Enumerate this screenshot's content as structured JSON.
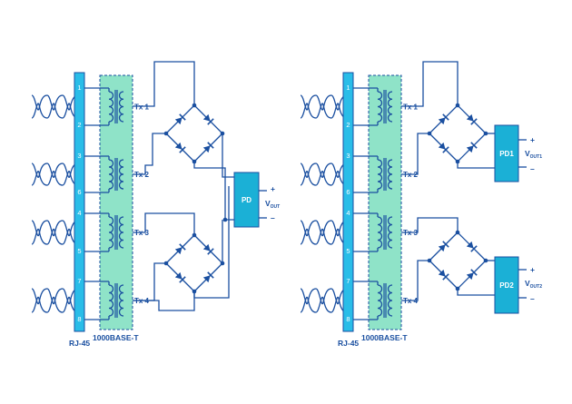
{
  "colors": {
    "line": "#1a4fa0",
    "connector": "#29bde8",
    "transformer_fill": "#8fe3c8",
    "pd_fill": "#1bb0d6",
    "cable": "#1a4fa0"
  },
  "left": {
    "connector_label": "RJ-45",
    "transformer_label": "1000BASE-T",
    "pins": [
      "1",
      "2",
      "3",
      "6",
      "4",
      "5",
      "7",
      "8"
    ],
    "transformers": [
      "Tx 1",
      "Tx 2",
      "Tx 3",
      "Tx 4"
    ],
    "pd": {
      "label": "PD",
      "plus": "+",
      "minus": "–",
      "vout_main": "V",
      "vout_sub": "OUT"
    }
  },
  "right": {
    "connector_label": "RJ-45",
    "transformer_label": "1000BASE-T",
    "pins": [
      "1",
      "2",
      "3",
      "6",
      "4",
      "5",
      "7",
      "8"
    ],
    "transformers": [
      "Tx 1",
      "Tx 2",
      "Tx 3",
      "Tx 4"
    ],
    "pd1": {
      "label": "PD1",
      "plus": "+",
      "minus": "–",
      "vout_main": "V",
      "vout_sub": "OUT1"
    },
    "pd2": {
      "label": "PD2",
      "plus": "+",
      "minus": "–",
      "vout_main": "V",
      "vout_sub": "OUT2"
    }
  }
}
